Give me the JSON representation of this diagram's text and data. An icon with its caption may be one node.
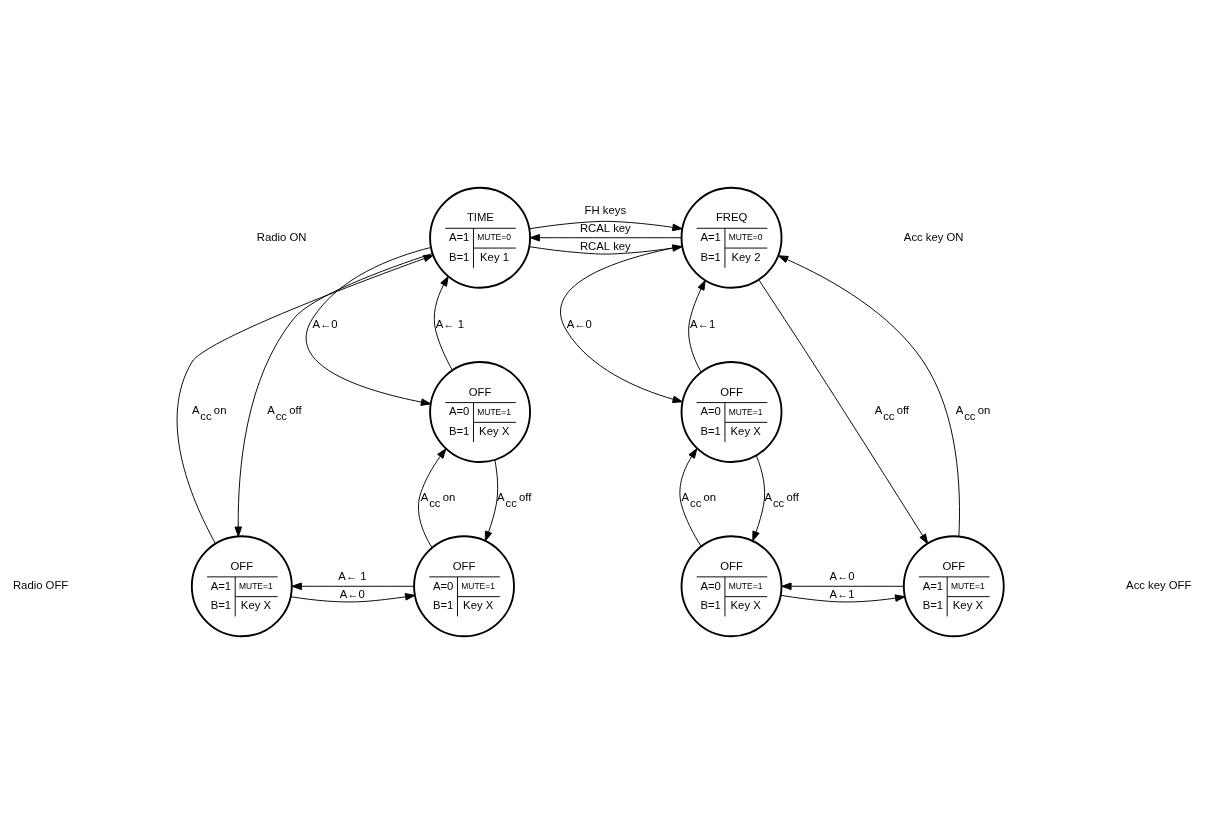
{
  "diagram": {
    "nodes": [
      {
        "text": [
          "TIME",
          "A=1",
          "B=1",
          "MUTE=0",
          "Key 1"
        ]
      },
      {
        "text": [
          "FREQ",
          "A=1",
          "B=1",
          "MUTE=0",
          "Key 2"
        ]
      },
      {
        "text": [
          "OFF",
          "A=0",
          "B=1",
          "MUTE=1",
          "Key X"
        ]
      },
      {
        "text": [
          "OFF",
          "A=0",
          "B=1",
          "MUTE=1",
          "Key X"
        ]
      },
      {
        "text": [
          "OFF",
          "A=1",
          "B=1",
          "MUTE=1",
          "Key X"
        ]
      },
      {
        "text": [
          "OFF",
          "A=0",
          "B=1",
          "MUTE=1",
          "Key X"
        ]
      },
      {
        "text": [
          "OFF",
          "A=0",
          "B=1",
          "MUTE=1",
          "Key X"
        ]
      },
      {
        "text": [
          "OFF",
          "A=1",
          "B=1",
          "MUTE=1",
          "Key X"
        ]
      }
    ],
    "edges": [
      {
        "from": 1,
        "to": 0,
        "arrow": "to",
        "label": "RCAL key"
      },
      {
        "from": 0,
        "to": 1,
        "arrow": "to",
        "label": "RCAL key"
      },
      {
        "from": 0,
        "to": 1,
        "arrow": "to",
        "label": "FH keys"
      },
      {
        "from": 0,
        "to": 4,
        "arrow": "to",
        "label": "A$_{cc}$ off"
      },
      {
        "from": 4,
        "to": 0,
        "arrow": "to",
        "label": "A$_{cc}$ on"
      },
      {
        "from": 1,
        "to": 7,
        "arrow": "to",
        "label": "A$_{cc}$ off"
      },
      {
        "from": 0,
        "to": 2,
        "arrow": "to",
        "label": "A←0"
      },
      {
        "from": 2,
        "to": 0,
        "arrow": "to",
        "label": "A← 1"
      },
      {
        "from": 2,
        "to": 5,
        "arrow": "to",
        "label": "A$_{cc}$ off"
      },
      {
        "from": 5,
        "to": 2,
        "arrow": "to",
        "label": "A$_{cc}$ on"
      },
      {
        "from": 5,
        "to": 4,
        "arrow": "to",
        "label": "A← 1"
      },
      {
        "from": 4,
        "to": 5,
        "arrow": "to",
        "label": "A←0"
      },
      {
        "from": 1,
        "to": 3,
        "arrow": "to",
        "label": "A←0"
      },
      {
        "from": 3,
        "to": 1,
        "arrow": "to",
        "label": "A←1"
      },
      {
        "from": 3,
        "to": 6,
        "arrow": "to",
        "label": "A$_{cc}$ off"
      },
      {
        "from": 6,
        "to": 3,
        "arrow": "to",
        "label": "A$_{cc}$ on"
      },
      {
        "from": 7,
        "to": 1,
        "arrow": "to",
        "label": "A$_{cc}$ on"
      },
      {
        "from": 7,
        "to": 6,
        "arrow": "to",
        "label": "A←0"
      },
      {
        "from": 6,
        "to": 7,
        "arrow": "to",
        "label": "A←1"
      }
    ],
    "labels": [
      "Radio ON",
      "Acc key ON",
      "Radio OFF",
      "Acc key OFF"
    ]
  }
}
